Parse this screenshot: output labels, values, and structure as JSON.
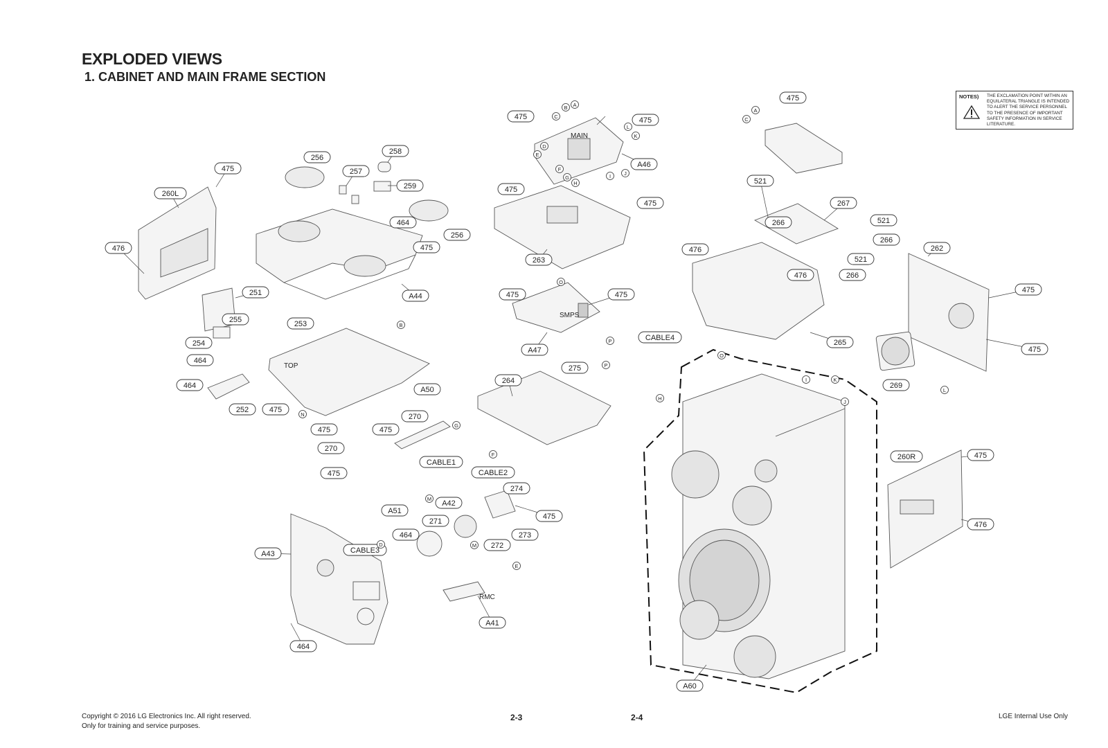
{
  "header": {
    "title": "EXPLODED VIEWS",
    "subtitle": "1. CABINET AND MAIN FRAME SECTION"
  },
  "notes": {
    "label": "NOTES)",
    "text": "THE EXCLAMATION POINT WITHIN AN EQUILATERAL TRIANGLE IS INTENDED TO ALERT THE SERVICE PERSONNEL TO THE PRESENCE OF IMPORTANT SAFETY INFORMATION IN SERVICE LITERATURE."
  },
  "footer": {
    "copyright": "Copyright © 2016 LG Electronics Inc. All right reserved.",
    "purpose": "Only for training and service purposes.",
    "page_left": "2-3",
    "page_right": "2-4",
    "internal": "LGE Internal Use Only"
  },
  "board_labels": {
    "main": "MAIN",
    "smps": "SMPS",
    "top": "TOP",
    "rmc": "RMC"
  },
  "callouts": [
    "475",
    "256",
    "258",
    "257",
    "259",
    "260L",
    "476",
    "464",
    "256",
    "475",
    "A44",
    "251",
    "255",
    "254",
    "464",
    "464",
    "252",
    "253",
    "A50",
    "475",
    "475",
    "270",
    "270",
    "475",
    "475",
    "A51",
    "CABLE3",
    "A43",
    "464",
    "475",
    "475",
    "A46",
    "475",
    "475",
    "263",
    "475",
    "475",
    "A47",
    "CABLE4",
    "275",
    "264",
    "CABLE1",
    "CABLE2",
    "274",
    "A42",
    "271",
    "464",
    "475",
    "272",
    "273",
    "A41",
    "475",
    "521",
    "267",
    "266",
    "521",
    "266",
    "476",
    "521",
    "476",
    "266",
    "265",
    "262",
    "475",
    "475",
    "269",
    "260R",
    "475",
    "476",
    "A60"
  ],
  "letters": [
    "A",
    "B",
    "C",
    "D",
    "E",
    "F",
    "G",
    "H",
    "I",
    "J",
    "K",
    "L",
    "A",
    "C",
    "O",
    "P",
    "P",
    "B",
    "N",
    "G",
    "F",
    "M",
    "M",
    "D",
    "E",
    "O",
    "I",
    "K",
    "J",
    "L",
    "H"
  ]
}
